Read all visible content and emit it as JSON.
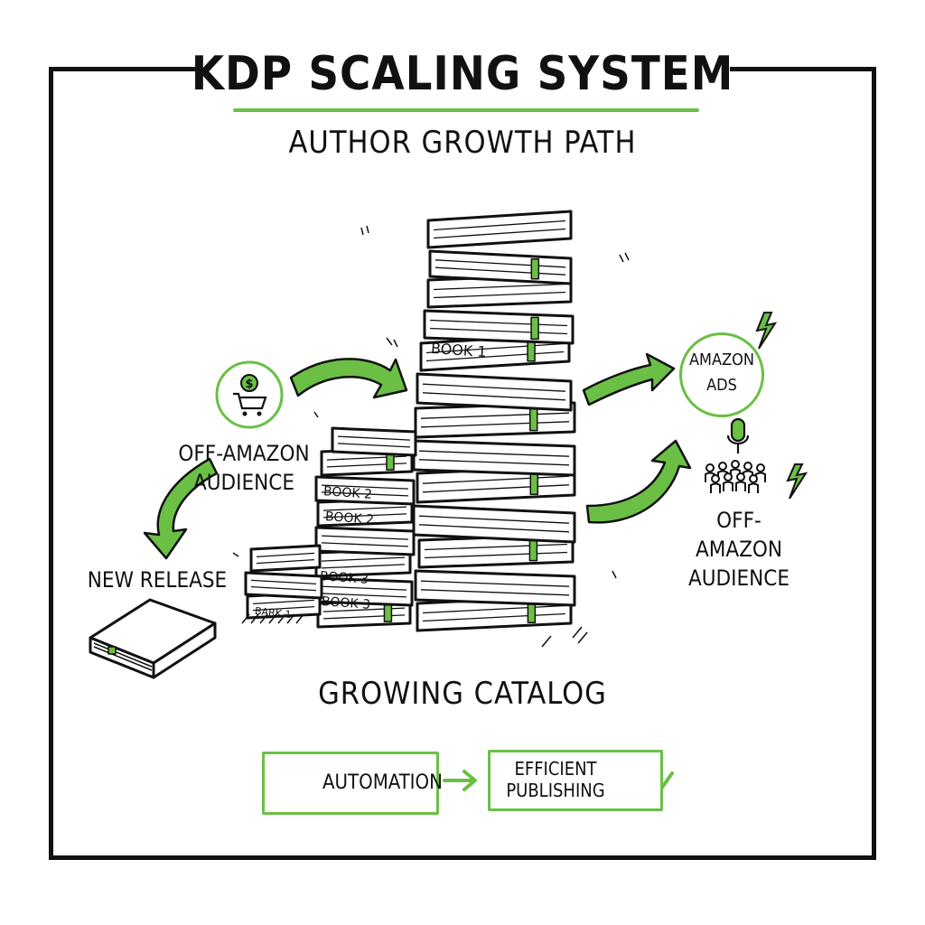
{
  "header": {
    "title": "KDP SCALING SYSTEM",
    "subtitle": "AUTHOR GROWTH PATH"
  },
  "left_cycle": {
    "audience_line1": "OFF-AMAZON",
    "audience_line2": "AUDIENCE",
    "new_release": "NEW RELEASE"
  },
  "right_cycle": {
    "ads_line1": "AMAZON",
    "ads_line2": "ADS",
    "audience_line1": "OFF-AMAZON",
    "audience_line2": "AUDIENCE"
  },
  "catalog": {
    "label": "GROWING CATALOG",
    "book_labels": [
      "BOOK 1",
      "BOOK 2",
      "BOOK 2",
      "BOOK 3",
      "BOOK 3",
      "BARK 1"
    ]
  },
  "workflow": {
    "step1": "AUTOMATION",
    "step2_line1": "EFFICIENT",
    "step2_line2": "PUBLISHING"
  },
  "colors": {
    "accent": "#6bbf45",
    "ink": "#111111"
  },
  "icons": [
    "money-cart-icon",
    "lightning-icon",
    "microphone-icon",
    "crowd-icon",
    "gear-bolt-icon",
    "stopwatch-icon",
    "checkmark-icon",
    "book-icon"
  ]
}
